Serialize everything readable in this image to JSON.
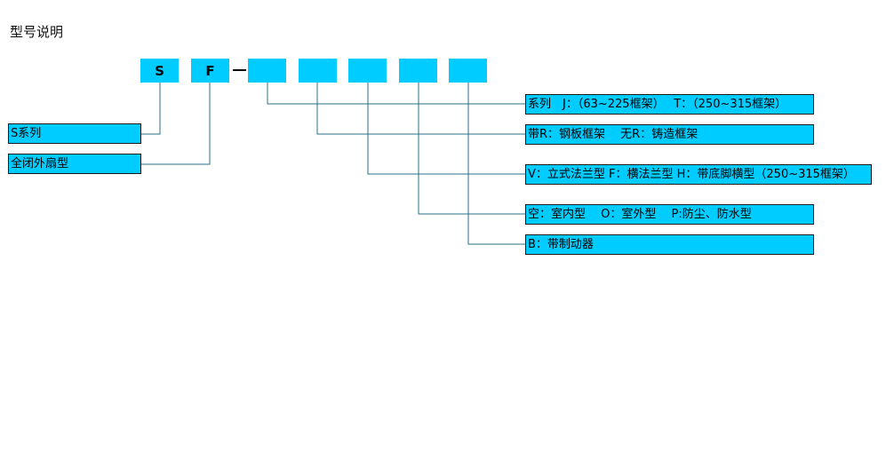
{
  "title": "型号说明",
  "codes": [
    "S",
    "F",
    "",
    "",
    "",
    "",
    ""
  ],
  "left_labels": [
    "S系列",
    "全闭外扇型"
  ],
  "right_labels": [
    "系列　J：（63~225框架）　  T：（250~315框架）",
    "带R：钢板框架　 无R：铸造框架",
    "V：立式法兰型  F：横法兰型  H：带底脚横型（250~315框架）",
    "空：室内型　   O：室外型　   P:防尘、防水型",
    "B：带制动器"
  ],
  "colors": {
    "box": "#00ccff",
    "line": "#2a6f8a"
  }
}
